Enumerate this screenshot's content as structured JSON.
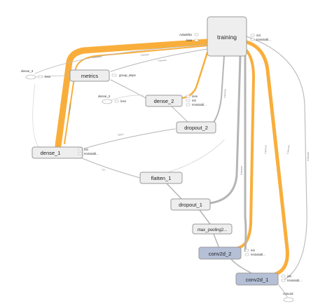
{
  "nodes": {
    "training": "training",
    "metrics": "metrics",
    "dense_2": "dense_2",
    "dropout_2": "dropout_2",
    "dense_1": "dense_1",
    "flatten_1": "flatten_1",
    "dropout_1": "dropout_1",
    "max_pooling": "max_pooling2...",
    "conv2d_2": "conv2d_2",
    "conv2d_1": "conv2d_1"
  },
  "side_labels": {
    "training_adadelta": "Adadelta",
    "training_loss": "loss",
    "training_init": "init",
    "training_isvariable": "IsVariabl...",
    "dense3_name": "dense_3",
    "dense3_loss": "loss",
    "metrics_group_deps": "group_deps",
    "dense2_top": "dense_2",
    "dense2_loss_left": "loss",
    "dense2_loss": "loss",
    "dense2_init": "init",
    "dense2_isvariable": "IsVariabl...",
    "dense1_init": "init",
    "dense1_isvariable": "IsVariabl...",
    "conv2_init": "init",
    "conv2_isvariable": "IsVariabl...",
    "conv1_init": "init",
    "conv1_isvariable": "IsVariabl...",
    "conv2d_bottom": "conv2d"
  },
  "colors": {
    "node_fill": "#eeeeee",
    "conv_fill": "#b5bfd6",
    "highlight": "#d62728",
    "edge_orange": "#f9ae3b",
    "edge_gray": "#b5b5b5"
  }
}
